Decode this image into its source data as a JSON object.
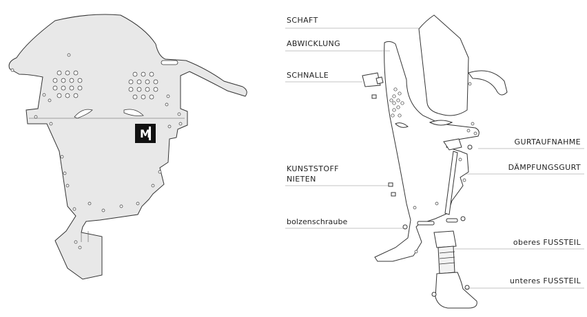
{
  "labels": {
    "schaft": "SCHAFT",
    "abwicklung": "ABWICKLUNG",
    "schnalle": "SCHNALLE",
    "kunststoff_line1": "KUNSTSTOFF",
    "kunststoff_line2": "NIETEN",
    "bolzenschraube": "bolzenschraube",
    "gurtaufnahme": "GURTAUFNAHME",
    "daempfungsgurt": "DÄMPFUNGSGURT",
    "oberes_fussteil": "oberes FUSSTEIL",
    "unteres_fussteil": "unteres FUSSTEIL"
  },
  "logo": {
    "text": "M"
  },
  "colors": {
    "outline": "#333333",
    "fill_flat": "#e8e8e8",
    "fill_white": "#ffffff",
    "leader": "#888888"
  }
}
